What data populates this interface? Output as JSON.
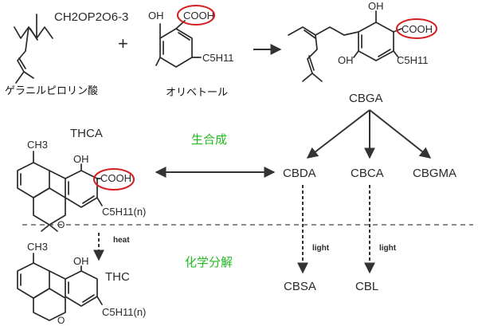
{
  "reactants": {
    "gpp_formula": "CH2OP2O6-3",
    "gpp_name": "ゲラニルピロリン酸",
    "plus_sign": "+",
    "olivetol_oh": "OH",
    "olivetol_cooh": "COOH",
    "olivetol_chain": "C5H11",
    "olivetol_name": "オリベトール"
  },
  "cbga_structure": {
    "oh_top": "OH",
    "cooh": "COOH",
    "oh_bottom": "OH",
    "chain": "C5H11"
  },
  "labels": {
    "cbga": "CBGA",
    "cbda": "CBDA",
    "cbca": "CBCA",
    "cbgma": "CBGMA",
    "cbsa": "CBSA",
    "cbl": "CBL",
    "thca_top": "THCA",
    "thc_bottom": "THC"
  },
  "thca_structure": {
    "ch3": "CH3",
    "oh": "OH",
    "cooh": "COOH",
    "chain": "C5H11(n)"
  },
  "thc_structure": {
    "ch3": "CH3",
    "oh": "OH",
    "chain": "C5H11(n)"
  },
  "sections": {
    "biosynthesis": "生合成",
    "chemical_decomposition": "化学分解"
  },
  "arrow_labels": {
    "heat": "heat",
    "light_cbsa": "light",
    "light_cbl": "light"
  },
  "colors": {
    "section_label": "#22bb22",
    "cooh_circle": "#d42020",
    "ink": "#2a2a2a"
  }
}
